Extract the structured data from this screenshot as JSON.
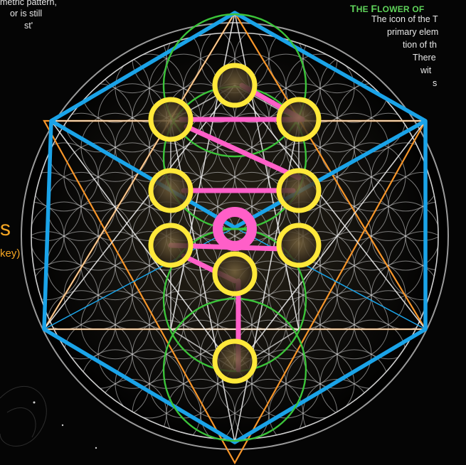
{
  "left_text": {
    "line1": "metric pattern,",
    "line2": "or is still",
    "line3": "st'"
  },
  "right_heading": {
    "prefix_big": "T",
    "prefix_rest": "HE ",
    "f_big": "F",
    "f_rest": "LOWER ",
    "of": "OF"
  },
  "right_text": {
    "line1": "The icon of the T",
    "line2": "primary elem",
    "line3": "tion of th",
    "line4": "There",
    "line5": "wit",
    "line6": "s"
  },
  "orange_text": {
    "line1": "s",
    "line2": "key)"
  },
  "colors": {
    "background": "#050505",
    "flower_lines": "#d8d8d8",
    "hexagon": "#1aa3e8",
    "star": "#f7962a",
    "path": "#ff5fc8",
    "sephirot": "#ffe83a",
    "green_circles": "#3cc43a",
    "heading_green": "#5fd35a"
  }
}
